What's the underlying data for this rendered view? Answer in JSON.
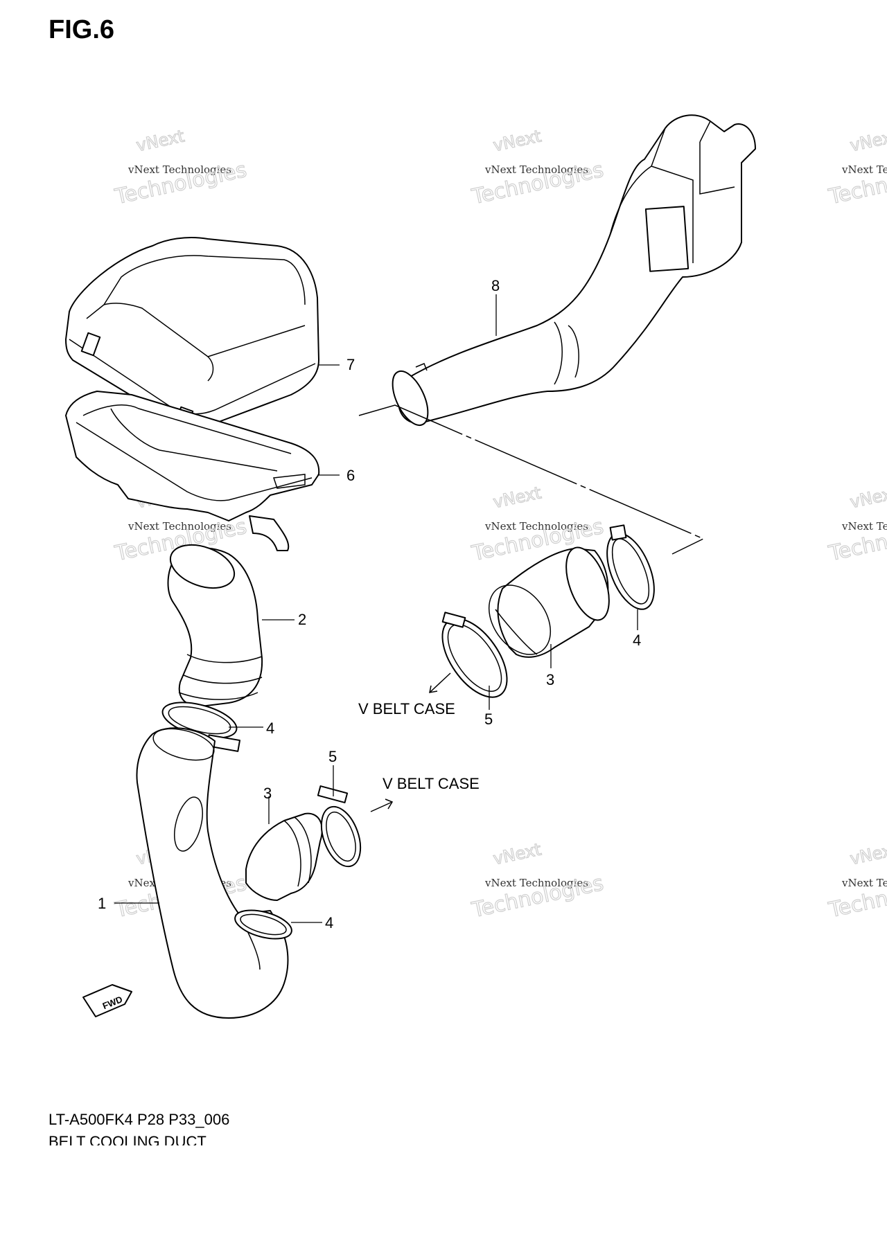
{
  "figure": {
    "title": "FIG.6"
  },
  "footer": {
    "code": "LT-A500FK4 P28 P33_006",
    "name": "BELT COOLING DUCT"
  },
  "watermark": {
    "line1": "vNext Technologies",
    "line2": "vNext",
    "line3": "Technologies"
  },
  "callouts": {
    "c1": "1",
    "c2": "2",
    "c3a": "3",
    "c3b": "3",
    "c4a": "4",
    "c4b": "4",
    "c4c": "4",
    "c5a": "5",
    "c5b": "5",
    "c6": "6",
    "c7": "7",
    "c8": "8"
  },
  "labels": {
    "vbelt_lower": "V BELT CASE",
    "vbelt_upper": "V BELT CASE",
    "fwd": "FWD"
  }
}
